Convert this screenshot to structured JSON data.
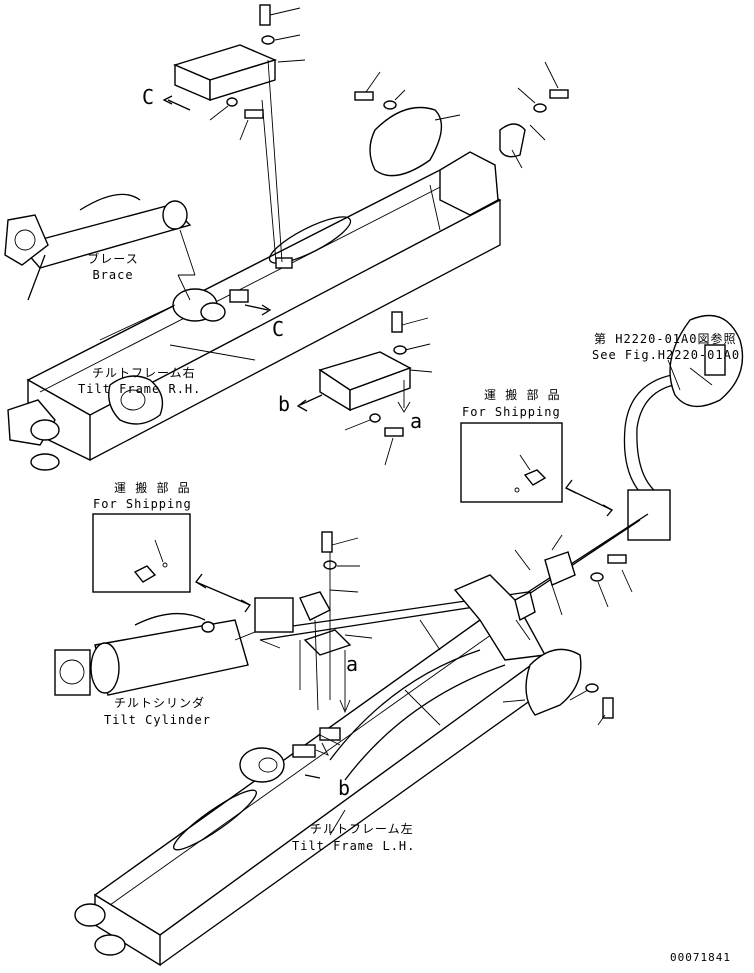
{
  "labels": {
    "brace_jp": "ブレース",
    "brace_en": "Brace",
    "tilt_frame_rh_jp": "チルトフレーム右",
    "tilt_frame_rh_en": "Tilt Frame R.H.",
    "tilt_frame_lh_jp": "チルトフレーム左",
    "tilt_frame_lh_en": "Tilt Frame L.H.",
    "tilt_cylinder_jp": "チルトシリンダ",
    "tilt_cylinder_en": "Tilt Cylinder",
    "shipping1_jp": "運 搬 部 品",
    "shipping1_en": "For Shipping",
    "shipping2_jp": "運 搬 部 品",
    "shipping2_en": "For Shipping",
    "ref_jp": "第 H2220-01A0図参照",
    "ref_en": "See Fig.H2220-01A0",
    "drawing_number": "00071841"
  },
  "markers": {
    "c_upper": "C",
    "c_lower": "C",
    "b_upper": "b",
    "a_upper": "a",
    "a_lower": "a",
    "b_lower": "b"
  }
}
